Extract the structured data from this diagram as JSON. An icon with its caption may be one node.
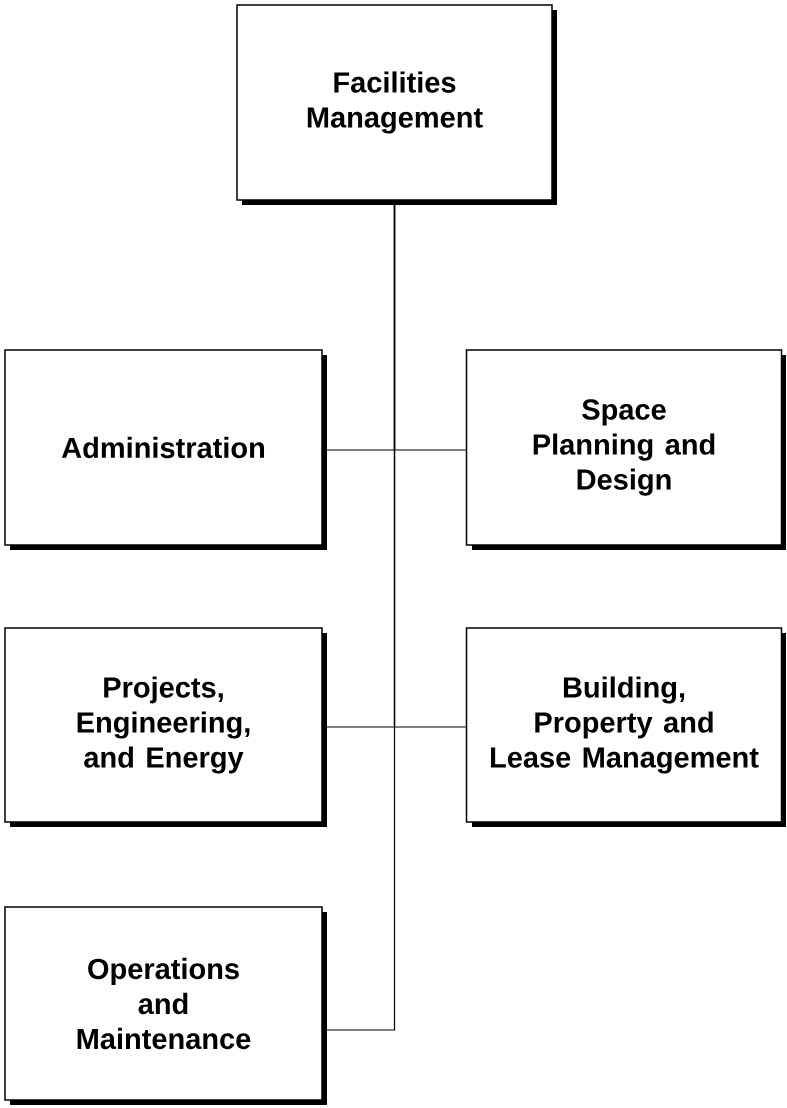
{
  "diagram": {
    "nodes": [
      {
        "text": [
          "Facilities Management"
        ]
      },
      {
        "text": [
          "Administration"
        ]
      },
      {
        "text": [
          "Space Planning and Design"
        ]
      },
      {
        "text": [
          "Projects, Engineering, and Energy"
        ]
      },
      {
        "text": [
          "Building, Property and Lease Management"
        ]
      },
      {
        "text": [
          "Operations and Maintenance"
        ]
      }
    ],
    "edges": [
      {
        "from": 0,
        "to": 1,
        "arrow": "none"
      },
      {
        "from": 0,
        "to": 2,
        "arrow": "none"
      },
      {
        "from": 0,
        "to": 3,
        "arrow": "none"
      },
      {
        "from": 0,
        "to": 4,
        "arrow": "none"
      },
      {
        "from": 0,
        "to": 5,
        "arrow": "none"
      }
    ]
  }
}
